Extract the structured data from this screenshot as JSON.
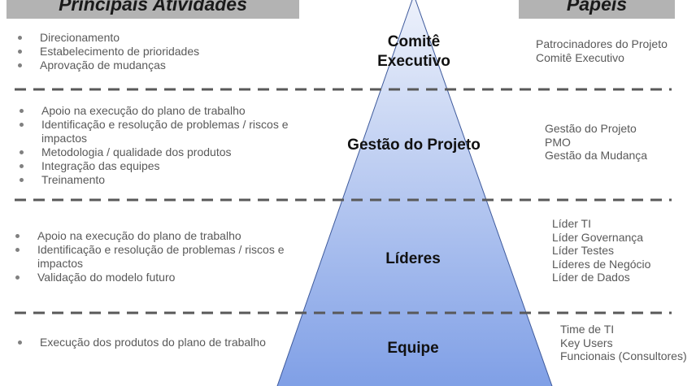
{
  "headers": {
    "left": "Principais Atividades",
    "right": "Papéis"
  },
  "colors": {
    "header_bg": "#b3b3b3",
    "pyramid_top": "#eef2fb",
    "pyramid_bottom": "#7f9fe6",
    "pyramid_stroke": "#3e5a9c",
    "divider": "#595959"
  },
  "levels": [
    {
      "title_lines": [
        "Comitê",
        "Executivo"
      ],
      "activities": [
        "Direcionamento",
        "Estabelecimento de prioridades",
        "Aprovação de mudanças"
      ],
      "roles": [
        "Patrocinadores do Projeto",
        "Comitê Executivo"
      ]
    },
    {
      "title_lines": [
        "Gestão do Projeto"
      ],
      "activities": [
        "Apoio na execução do plano de trabalho",
        "Identificação e resolução de problemas / riscos e impactos",
        "Metodologia / qualidade dos produtos",
        "Integração das equipes",
        "Treinamento"
      ],
      "roles": [
        "Gestão do Projeto",
        "PMO",
        "Gestão da Mudança"
      ]
    },
    {
      "title_lines": [
        "Líderes"
      ],
      "activities": [
        "Apoio na execução do plano de trabalho",
        "Identificação e resolução de problemas / riscos e impactos",
        "Validação do modelo futuro"
      ],
      "roles": [
        "Líder TI",
        "Líder Governança",
        "Líder Testes",
        "Líderes de Negócio",
        "Líder de Dados"
      ]
    },
    {
      "title_lines": [
        "Equipe"
      ],
      "activities": [
        "Execução dos produtos do plano de trabalho"
      ],
      "roles": [
        "Time de TI",
        "Key Users",
        "Funcionais (Consultores)"
      ]
    }
  ]
}
